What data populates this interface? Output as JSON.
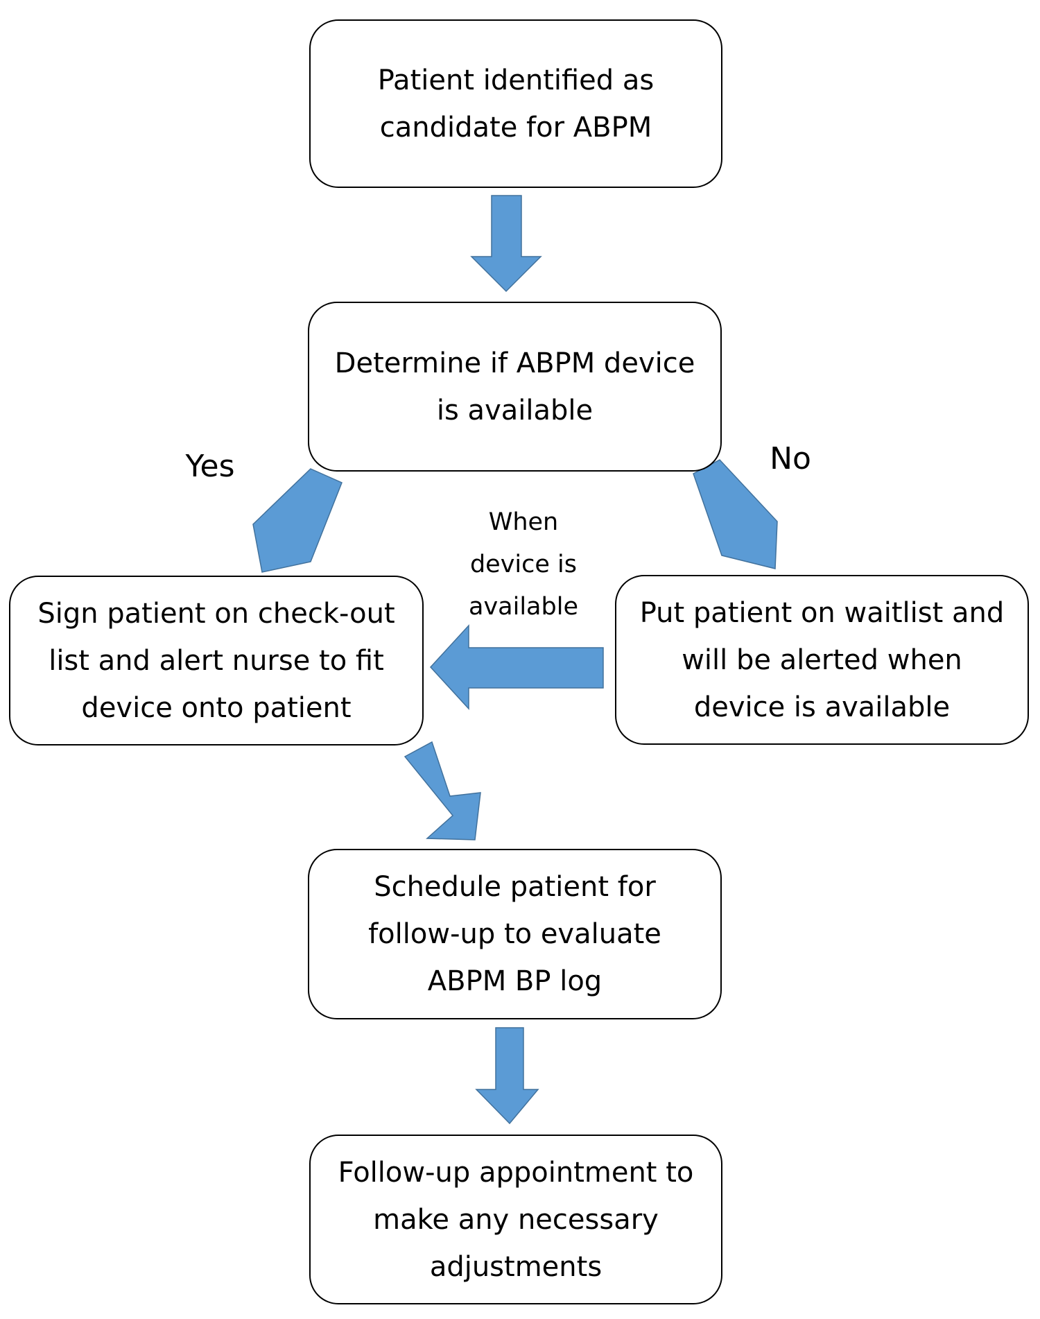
{
  "colors": {
    "arrow_fill": "#5b9bd5",
    "arrow_stroke": "#41719c",
    "box_border": "#000000",
    "background": "#ffffff"
  },
  "nodes": {
    "identify": "Patient identified as\ncandidate for ABPM",
    "determine": "Determine if ABPM device\nis available",
    "sign": "Sign patient on check-out\nlist and alert nurse to fit\ndevice onto patient",
    "waitlist": "Put patient on waitlist and\nwill be alerted when\ndevice is available",
    "schedule": "Schedule patient for\nfollow-up to evaluate\nABPM BP log",
    "followup": "Follow-up appointment to\nmake any necessary\nadjustments"
  },
  "edges": {
    "yes": "Yes",
    "no": "No",
    "when_available": "When\ndevice is\navailable"
  }
}
